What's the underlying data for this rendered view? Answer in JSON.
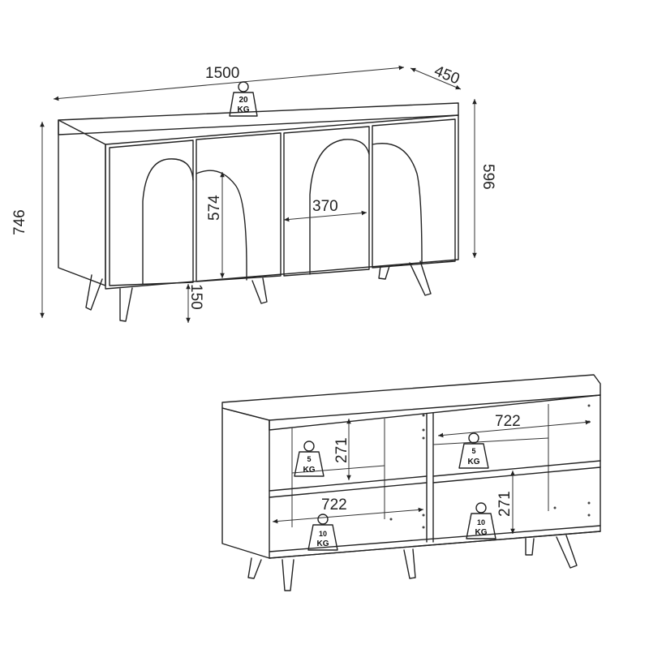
{
  "top_view": {
    "width_dim": "1500",
    "depth_dim": "450",
    "total_height_dim": "746",
    "body_height_dim": "596",
    "arch_height_dim": "574",
    "arch_width_dim": "370",
    "leg_height_dim": "150",
    "top_weight_number": "20",
    "top_weight_unit": "KG"
  },
  "bottom_view": {
    "shelf_width_top": "722",
    "shelf_width_bottom": "722",
    "shelf_height_left": "271",
    "shelf_height_right": "271",
    "weight_upper_left_number": "5",
    "weight_upper_left_unit": "KG",
    "weight_upper_right_number": "5",
    "weight_upper_right_unit": "KG",
    "weight_lower_left_number": "10",
    "weight_lower_left_unit": "KG",
    "weight_lower_right_number": "10",
    "weight_lower_right_unit": "KG"
  },
  "colors": {
    "line": "#222222",
    "background": "#ffffff"
  },
  "icons": [
    "weight-icon",
    "dimension-arrow-icon"
  ]
}
